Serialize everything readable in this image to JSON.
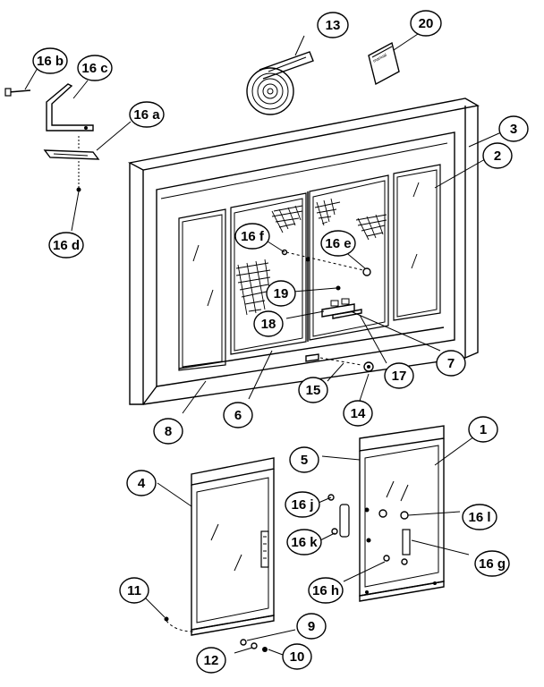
{
  "callouts": [
    {
      "id": "c1",
      "label": "1"
    },
    {
      "id": "c2",
      "label": "2"
    },
    {
      "id": "c3",
      "label": "3"
    },
    {
      "id": "c4",
      "label": "4"
    },
    {
      "id": "c5",
      "label": "5"
    },
    {
      "id": "c6",
      "label": "6"
    },
    {
      "id": "c7",
      "label": "7"
    },
    {
      "id": "c8",
      "label": "8"
    },
    {
      "id": "c9",
      "label": "9"
    },
    {
      "id": "c10",
      "label": "10"
    },
    {
      "id": "c11",
      "label": "11"
    },
    {
      "id": "c12",
      "label": "12"
    },
    {
      "id": "c13",
      "label": "13"
    },
    {
      "id": "c14",
      "label": "14"
    },
    {
      "id": "c15",
      "label": "15"
    },
    {
      "id": "c16a",
      "label": "16 a"
    },
    {
      "id": "c16b",
      "label": "16 b"
    },
    {
      "id": "c16c",
      "label": "16 c"
    },
    {
      "id": "c16d",
      "label": "16 d"
    },
    {
      "id": "c16e",
      "label": "16 e"
    },
    {
      "id": "c16f",
      "label": "16 f"
    },
    {
      "id": "c16g",
      "label": "16 g"
    },
    {
      "id": "c16h",
      "label": "16 h"
    },
    {
      "id": "c16j",
      "label": "16 j"
    },
    {
      "id": "c16k",
      "label": "16 k"
    },
    {
      "id": "c16l",
      "label": "16 l"
    },
    {
      "id": "c17",
      "label": "17"
    },
    {
      "id": "c18",
      "label": "18"
    },
    {
      "id": "c19",
      "label": "19"
    },
    {
      "id": "c20",
      "label": "20"
    }
  ]
}
